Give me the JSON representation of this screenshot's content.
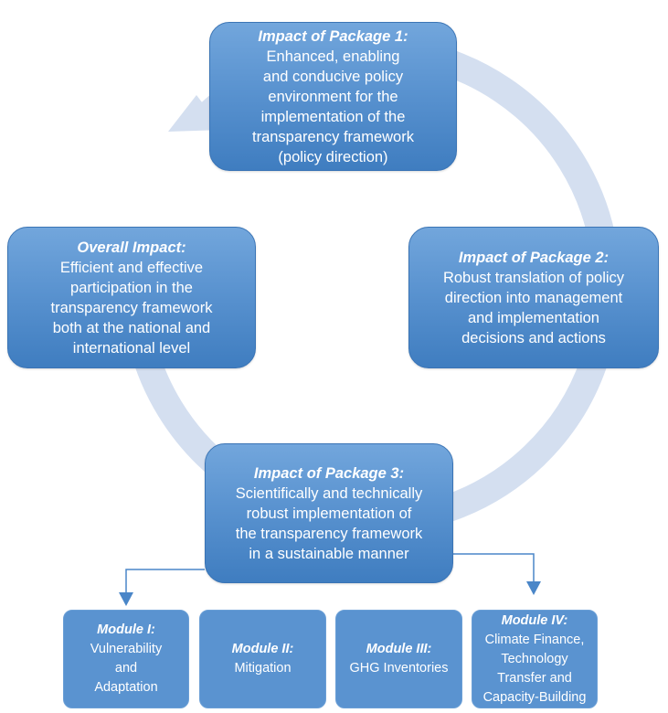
{
  "colors": {
    "ring": "#d4dff0",
    "box_top": "#72a6dc",
    "box_bottom": "#3f7dc0",
    "module_fill": "#5a93d0",
    "connector": "#4a86c8",
    "text": "#ffffff"
  },
  "packages": {
    "package1": {
      "title": "Impact of Package 1:",
      "body": "Enhanced, enabling\nand conducive policy\nenvironment for the\nimplementation of the\ntransparency framework\n(policy direction)"
    },
    "package2": {
      "title": "Impact of Package 2:",
      "body": "Robust translation of policy\ndirection into management\nand implementation\ndecisions and actions"
    },
    "package3": {
      "title": "Impact of Package 3:",
      "body": "Scientifically and technically\nrobust implementation of\nthe transparency framework\nin a sustainable manner"
    },
    "overall": {
      "title": "Overall Impact:",
      "body": "Efficient and effective\nparticipation in the\ntransparency framework\nboth at the national and\ninternational level"
    }
  },
  "modules": [
    {
      "title": "Module I:",
      "body": "Vulnerability\nand\nAdaptation"
    },
    {
      "title": "Module II:",
      "body": "Mitigation"
    },
    {
      "title": "Module III:",
      "body": "GHG Inventories"
    },
    {
      "title": "Module IV:",
      "body": "Climate Finance,\nTechnology\nTransfer and\nCapacity-Building"
    }
  ]
}
